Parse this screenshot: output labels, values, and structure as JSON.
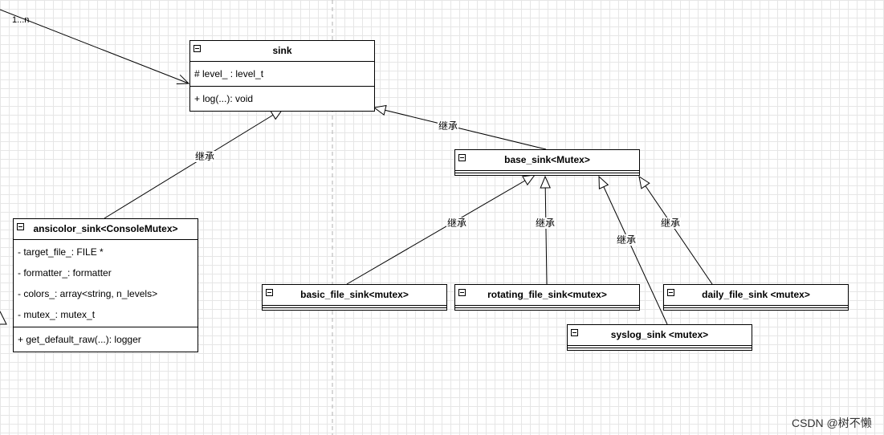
{
  "diagram": {
    "classes": {
      "sink": {
        "name": "sink",
        "attributes": [
          "# level_ : level_t"
        ],
        "operations": [
          "+ log(...): void"
        ]
      },
      "ansicolor_sink": {
        "name": "ansicolor_sink<ConsoleMutex>",
        "attributes": [
          "- target_file_: FILE *",
          "- formatter_: formatter",
          "- colors_: array<string, n_levels>",
          "- mutex_: mutex_t"
        ],
        "operations": [
          "+ get_default_raw(...): logger"
        ]
      },
      "base_sink": {
        "name": "base_sink<Mutex>"
      },
      "basic_file_sink": {
        "name": "basic_file_sink<mutex>"
      },
      "rotating_file_sink": {
        "name": "rotating_file_sink<mutex>"
      },
      "daily_file_sink": {
        "name": "daily_file_sink <mutex>"
      },
      "syslog_sink": {
        "name": "syslog_sink <mutex>"
      }
    },
    "edge_labels": {
      "inherit": "继承"
    },
    "multiplicity": "1...n"
  },
  "watermark": "CSDN @树不懒"
}
